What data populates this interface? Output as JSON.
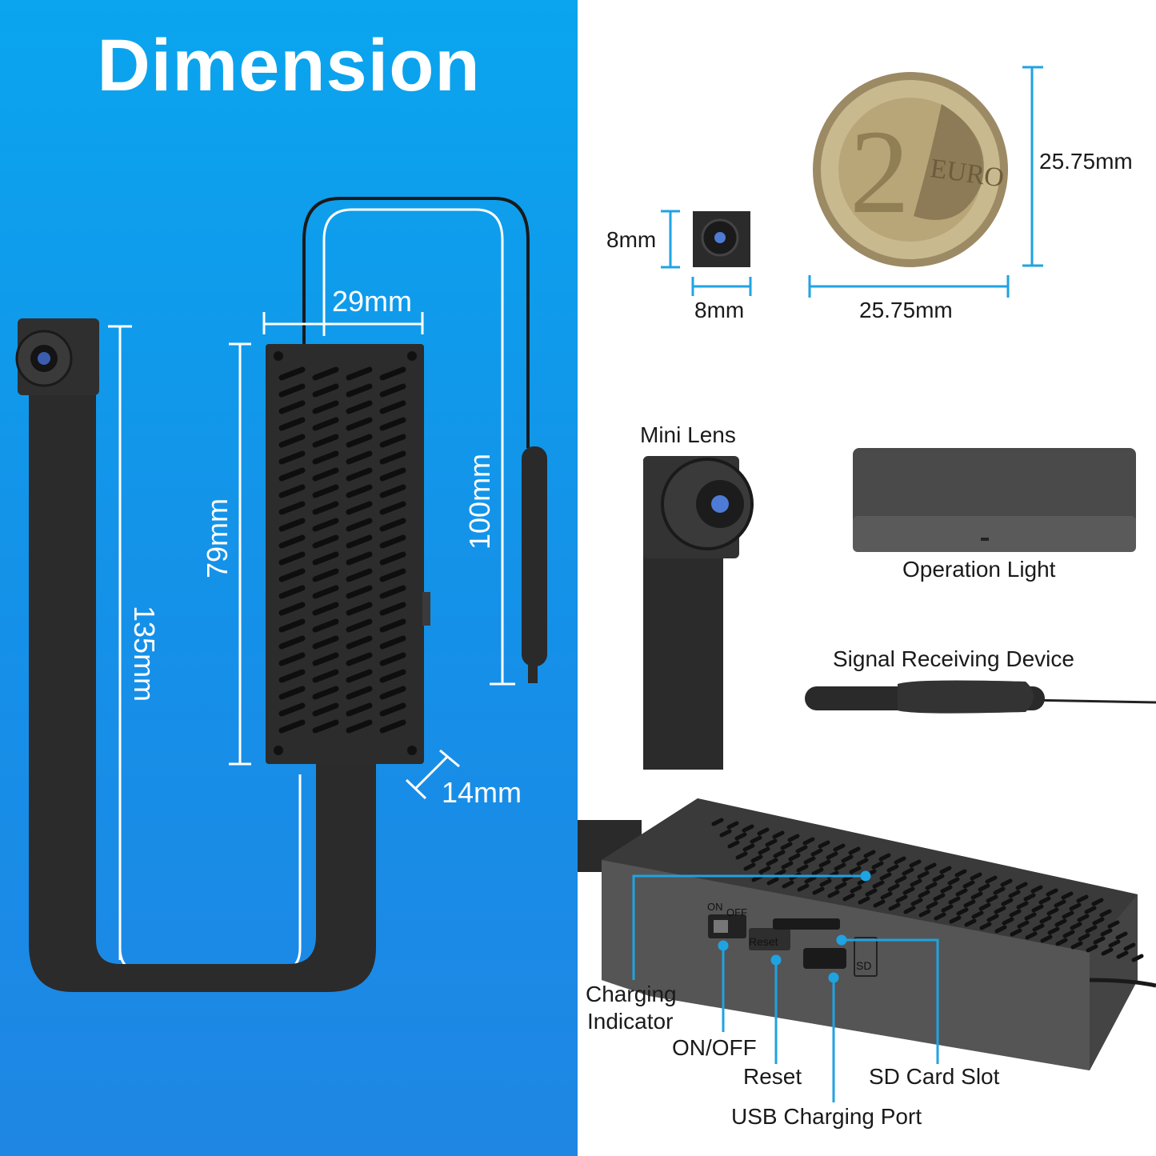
{
  "title": "Dimension",
  "dimensions": {
    "cable_width": "29mm",
    "cable_length": "100mm",
    "box_height": "79mm",
    "ribbon_length": "135mm",
    "box_depth": "14mm",
    "lens_height": "8mm",
    "lens_width": "8mm",
    "coin_height": "25.75mm",
    "coin_width": "25.75mm"
  },
  "parts": {
    "mini_lens": "Mini Lens",
    "operation_light": "Operation Light",
    "signal_device": "Signal Receiving Device"
  },
  "ports": {
    "charging_indicator_line1": "Charging",
    "charging_indicator_line2": "Indicator",
    "on_off": "ON/OFF",
    "reset": "Reset",
    "sd_slot": "SD Card Slot",
    "usb_port": "USB Charging Port",
    "switch_on": "ON",
    "switch_off": "OFF",
    "reset_button": "Reset",
    "sd_icon": "SD"
  },
  "coin": {
    "numeral": "2",
    "text": "EURO"
  },
  "colors": {
    "panel_blue": "#0aa5ee",
    "accent_blue": "#1fa3e2",
    "device_dark": "#2a2a2a"
  }
}
